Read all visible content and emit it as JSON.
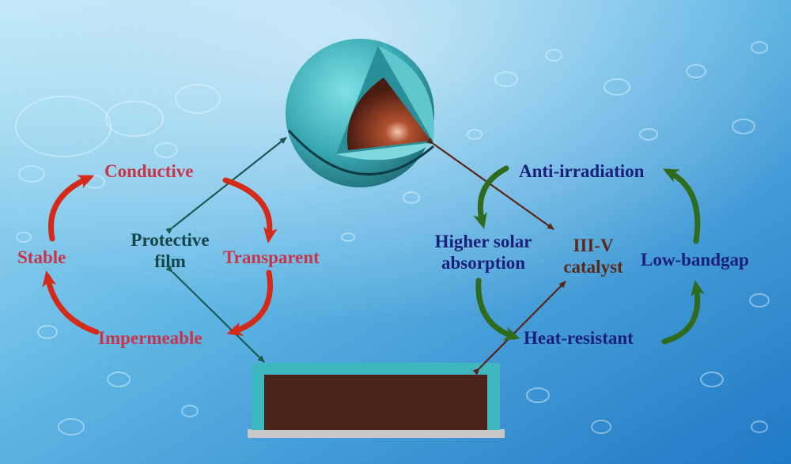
{
  "left_cycle": {
    "conductive": "Conductive",
    "transparent": "Transparent",
    "impermeable": "Impermeable",
    "stable": "Stable"
  },
  "protective_film": {
    "line1": "Protective",
    "line2": "film"
  },
  "catalyst": {
    "line1": "III-V",
    "line2": "catalyst"
  },
  "right_cycle": {
    "anti_irradiation": "Anti-irradiation",
    "low_bandgap": "Low-bandgap",
    "heat_resistant": "Heat-resistant",
    "higher_solar_line1": "Higher solar",
    "higher_solar_line2": "absorption"
  },
  "colors": {
    "red_label": "#c8344a",
    "navy_label": "#1a1f7a",
    "shell": "#3fb7c0",
    "core": "#5a2418",
    "green_arrow": "#2f6a1f",
    "red_arrow": "#d42a1a"
  }
}
